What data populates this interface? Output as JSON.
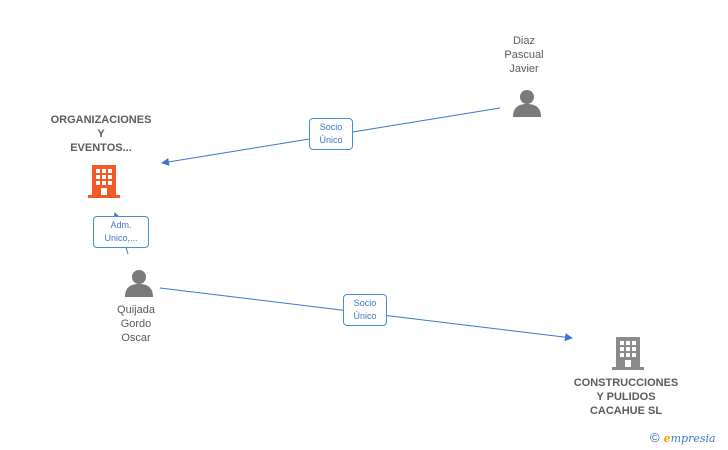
{
  "nodes": {
    "diaz": {
      "label": "Diaz\nPascual\nJavier"
    },
    "org": {
      "label": "ORGANIZACIONES\nY\nEVENTOS..."
    },
    "quijada": {
      "label": "Quijada\nGordo\nOscar"
    },
    "construcciones": {
      "label": "CONSTRUCCIONES\nY PULIDOS\nCACAHUE SL"
    }
  },
  "edges": {
    "diaz_org": {
      "label": "Socio\nÚnico"
    },
    "quijada_org": {
      "label": "Adm.\nUnico,..."
    },
    "quijada_cons": {
      "label": "Socio\nÚnico"
    }
  },
  "brand": {
    "copyright": "©",
    "e": "e",
    "rest": "mpresia"
  },
  "colors": {
    "edge": "#3b78c8",
    "highlight_company": "#f05a28",
    "company": "#8a8a8a",
    "person": "#7a7a7a"
  }
}
